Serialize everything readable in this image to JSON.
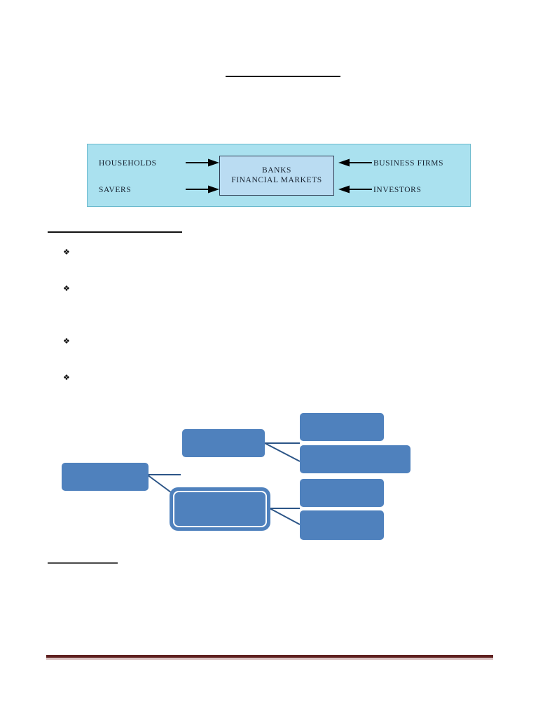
{
  "document": {
    "page_background": "#ffffff",
    "headings": [
      {
        "name": "title-heading",
        "text": ""
      },
      {
        "name": "section-heading",
        "text": ""
      },
      {
        "name": "subsection-heading",
        "text": ""
      }
    ]
  },
  "flow_diagram": {
    "band_color": "#aae1ef",
    "band_border_color": "#69b9cd",
    "center_box": {
      "fill": "#badcf2",
      "border": "#2f3b52",
      "line1": "BANKS",
      "line2": "FINANCIAL MARKETS"
    },
    "left_labels": [
      {
        "name": "households-label",
        "text": "HOUSEHOLDS",
        "arrow": "arrow-right"
      },
      {
        "name": "savers-label",
        "text": "SAVERS",
        "arrow": "arrow-right"
      }
    ],
    "right_labels": [
      {
        "name": "business-firms-label",
        "text": "BUSINESS FIRMS",
        "arrow": "arrow-left"
      },
      {
        "name": "investors-label",
        "text": "INVESTORS",
        "arrow": "arrow-left"
      }
    ]
  },
  "bullets": {
    "marker": "❖",
    "items": [
      {
        "text": ""
      },
      {
        "text": ""
      },
      {
        "text": ""
      },
      {
        "text": ""
      }
    ]
  },
  "smartart": {
    "fill": "#4f81bd",
    "connector_color": "#2c5587",
    "selected_ring_color": "#ffffff",
    "nodes": [
      {
        "id": "root",
        "level": 1,
        "text": "",
        "selected": false
      },
      {
        "id": "branch-1",
        "level": 2,
        "text": "",
        "selected": false
      },
      {
        "id": "branch-2",
        "level": 2,
        "text": "",
        "selected": true
      },
      {
        "id": "leaf-1",
        "level": 3,
        "text": "",
        "selected": false
      },
      {
        "id": "leaf-2",
        "level": 3,
        "text": "",
        "selected": false
      },
      {
        "id": "leaf-3",
        "level": 3,
        "text": "",
        "selected": false
      },
      {
        "id": "leaf-4",
        "level": 3,
        "text": "",
        "selected": false
      }
    ]
  },
  "footer": {
    "rule_color": "#5f201f",
    "rule_shadow_color": "#d9c2c1"
  }
}
